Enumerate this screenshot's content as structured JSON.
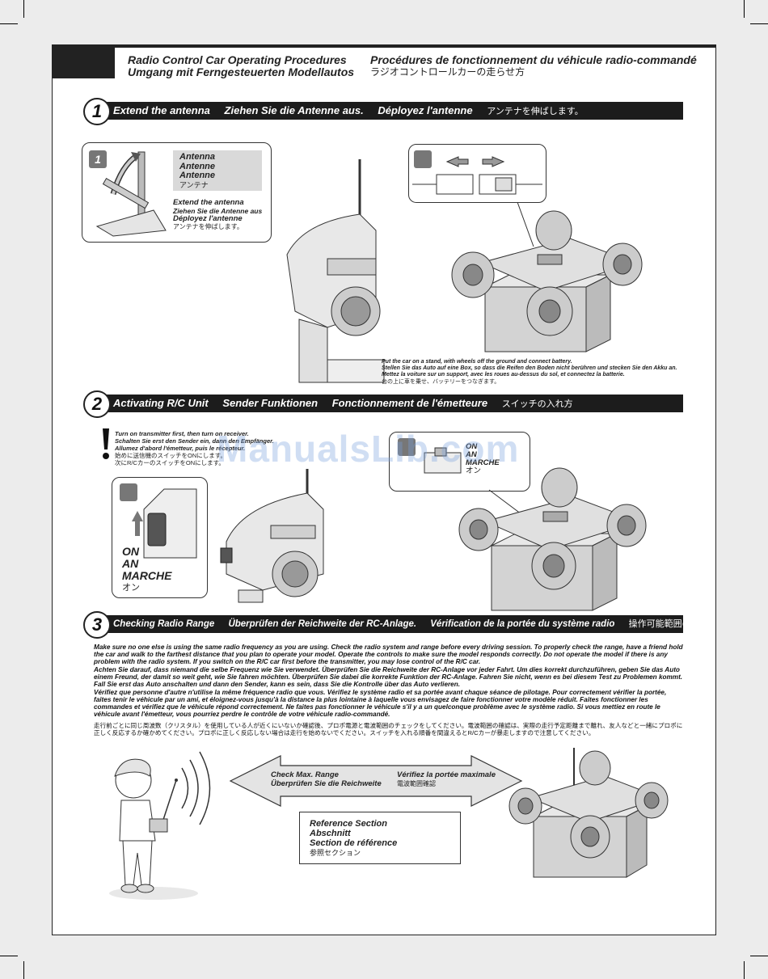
{
  "header": {
    "title_en": "Radio Control Car Operating Procedures",
    "title_de": "Umgang mit Ferngesteuerten Modellautos",
    "title_fr": "Procédures de fonctionnement du véhicule radio-commandé",
    "title_jp": "ラジオコントロールカーの走らせ方"
  },
  "step1": {
    "number": "1",
    "bar": [
      "Extend the antenna",
      "Ziehen Sie die Antenne aus.",
      "Déployez l'antenne",
      "アンテナを伸ばします。"
    ],
    "inset_badge": "1",
    "antenna_label": [
      "Antenna",
      "Antenne",
      "Antenne",
      "アンテナ"
    ],
    "extend_caption": [
      "Extend the antenna",
      "Ziehen Sie die Antenne aus",
      "Déployez l'antenne",
      "アンテナを伸ばします。"
    ],
    "stand_caption": [
      "Put the car on a stand, with wheels off the ground and connect battery.",
      "Stellen Sie das Auto auf eine Box, so dass die Reifen den Boden nicht berühren und stecken Sie den Akku an.",
      "Mettez la voiture sur un support, avec les roues au-dessus du sol, et connectez la batterie.",
      "台の上に車を乗せ、バッテリーをつなぎます。"
    ]
  },
  "step2": {
    "number": "2",
    "bar": [
      "Activating R/C Unit",
      "Sender Funktionen",
      "Fonctionnement de l'émetteure",
      "スイッチの入れ方"
    ],
    "warning": [
      "Turn on transmitter first, then turn on receiver.",
      "Schalten Sie erst den Sender ein, dann den Empfänger.",
      "Allumez d'abord l'émetteur, puis le récepteur.",
      "始めに送信機のスイッチをONにします。",
      "次にR/CカーのスイッチをONにします。"
    ],
    "on_labels": [
      "ON",
      "AN",
      "MARCHE",
      "オン"
    ],
    "watermark": "ManualsLib.com"
  },
  "step3": {
    "number": "3",
    "bar": [
      "Checking Radio Range",
      "Überprüfen der Reichweite der RC-Anlage.",
      "Vérification de la portée du système radio",
      "操作可能範囲の確認"
    ],
    "paragraphs": [
      "Make sure no one else is using the same radio frequency as you are using. Check the radio system and range before every driving session. To properly check the range, have a friend hold the car and walk to the farthest distance that you plan to operate your model. Operate the controls to make sure the model responds correctly. Do not operate the model if there is any problem with the radio system. If you switch on the R/C car first before the transmitter, you may lose control of the R/C car.",
      "Achten Sie darauf, dass niemand die selbe Frequenz wie Sie verwendet. Überprüfen Sie die Reichweite der RC-Anlage vor jeder Fahrt. Um dies korrekt durchzuführen, geben Sie das Auto einem Freund, der damit so weit geht, wie Sie fahren möchten. Überprüfen Sie dabei die korrekte Funktion der RC-Anlage. Fahren Sie nicht, wenn es bei diesem Test zu Problemen kommt. Fall Sie erst das Auto anschalten und dann den Sender, kann es sein, dass Sie die Kontrolle über das Auto verlieren.",
      "Vérifiez que personne d'autre n'utilise la même fréquence radio que vous. Vérifiez le système radio et sa portée avant chaque séance de pilotage. Pour correctement vérifier la portée, faites tenir le véhicule par un ami, et éloignez-vous jusqu'à la distance la plus lointaine à laquelle vous envisagez de faire fonctionner votre modèle réduit. Faites fonctionner les commandes et vérifiez que le véhicule répond correctement. Ne faites pas fonctionner le véhicule s'il y a un quelconque problème avec le système radio. Si vous mettiez en route le véhicule avant l'émetteur, vous pourriez perdre le contrôle de votre véhicule radio-commandé.",
      "走行前ごとに同じ周波数（クリスタル）を使用している人が近くにいないか確認後、プロポ電源と電波範囲のチェックをしてください。電波範囲の確認は、実際の走行予定距離まで離れ、友人などと一緒にプロポに正しく反応するか確かめてください。プロポに正しく反応しない場合は走行を始めないでください。スイッチを入れる順番を間違えるとR/Cカーが暴走しますので注意してください。"
    ],
    "arrow_left": [
      "Check Max. Range",
      "Überprüfen Sie die Reichweite"
    ],
    "arrow_right": [
      "Vérifiez la portée maximale",
      "電波範囲確認"
    ],
    "reference": [
      "Reference Section",
      "Abschnitt",
      "Section de référence",
      "参照セクション"
    ]
  }
}
